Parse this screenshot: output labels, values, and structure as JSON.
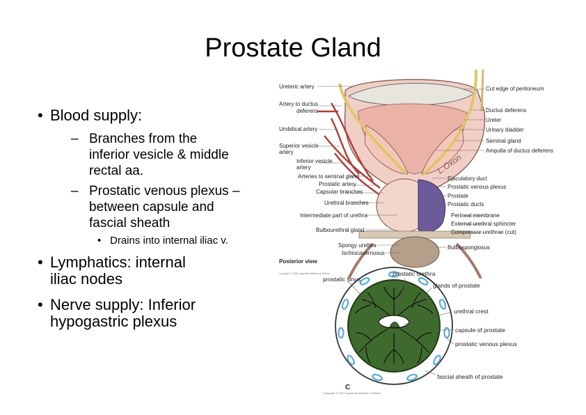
{
  "slide": {
    "title": "Prostate Gland",
    "bullets": {
      "blood_supply": "Blood supply:",
      "sub1_l1": "Branches from the",
      "sub1_l2": "inferior vesicle & middle",
      "sub1_l3": "rectal aa.",
      "sub2_l1": "Prostatic venous plexus –",
      "sub2_l2": "between capsule and",
      "sub2_l3": "fascial sheath",
      "sub3": "Drains into internal iliac v.",
      "lymph_l1": "Lymphatics: internal",
      "lymph_l2": "iliac nodes",
      "nerve_l1": "Nerve supply: Inferior",
      "nerve_l2": "hypogastric plexus"
    },
    "bullet_glyph": "•",
    "dash_glyph": "–"
  },
  "figure_top": {
    "labels_left": [
      "Ureteric artery",
      "Artery to ductus",
      "deferens",
      "Umbilical artery",
      "Superior vesicle",
      "artery",
      "Inferior vesicle",
      "artery",
      "Arteries to seminal gland",
      "Prostatic artery",
      "Capsular branches",
      "Urethral branches",
      "Intermediate part of urethra",
      "Bulbourethral gland",
      "Spongy urethra",
      "Ischiocavernosus"
    ],
    "labels_right": [
      "Cut edge of peritoneum",
      "Ductus deferens",
      "Ureter",
      "Urinary bladder",
      "Seminal gland",
      "Ampulla of ductus deferens",
      "Ejaculatory duct",
      "Prostatic venous plexus",
      "Prostate",
      "Prostatic ducts",
      "Perineal membrane",
      "External urethral sphincter",
      "Compressor urethrae (cut)",
      "Bulbospongiosus"
    ],
    "view_label": "Posterior view",
    "signature": "L.Oxon",
    "copyright": "Copyright © 2006 Lippincott Williams & Wilkins"
  },
  "figure_bottom": {
    "labels": [
      "prostatic urethra",
      "prostatic sinus",
      "glands of prostate",
      "urethral crest",
      "capsule of prostate",
      "prostatic venous plexus",
      "fascial sheath of prostate"
    ],
    "panel_letter": "C",
    "copyright": "Copyright © 2007 Lippincott Williams & Wilkins"
  },
  "colors": {
    "gland_green": "#3f6a2e",
    "vein_blue": "#59a9d8",
    "artery_red": "#b0403a",
    "bladder_pink": "#e9b9b0",
    "nerve_yellow": "#e2c56a"
  }
}
